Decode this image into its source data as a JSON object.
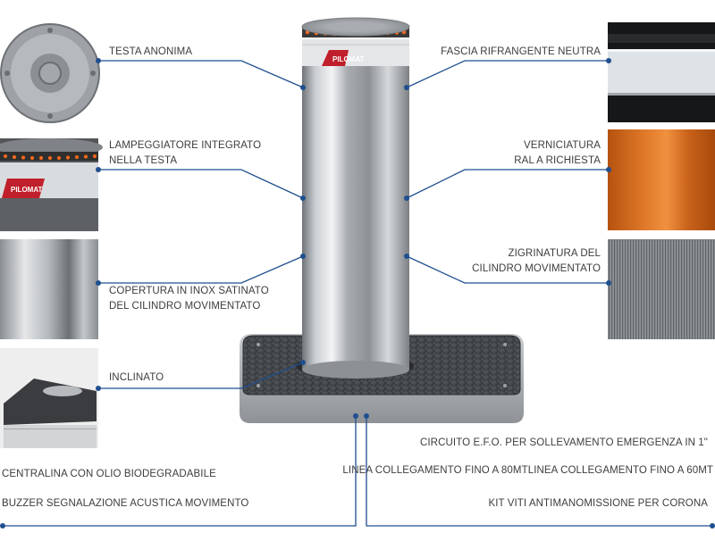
{
  "labels": {
    "testa_anonima": "TESTA ANONIMA",
    "lampeggiatore_l1": "LAMPEGGIATORE INTEGRATO",
    "lampeggiatore_l2": "NELLA TESTA",
    "copertura_l1": "COPERTURA IN INOX SATINATO",
    "copertura_l2": "DEL CILINDRO MOVIMENTATO",
    "inclinato": "INCLINATO",
    "fascia": "FASCIA RIFRANGENTE NEUTRA",
    "verniciatura_l1": "VERNICIATURA",
    "verniciatura_l2": "RAL A RICHIESTA",
    "zigrinatura_l1": "ZIGRINATURA DEL",
    "zigrinatura_l2": "CILINDRO MOVIMENTATO",
    "circuito": "CIRCUITO E.F.O. PER SOLLEVAMENTO EMERGENZA IN 1\"",
    "linea": "LINEA COLLEGAMENTO FINO A 80MTLINEA COLLEGAMENTO FINO A 60MT",
    "centralina": "CENTRALINA CON OLIO BIODEGRADABILE",
    "buzzer": "BUZZER SEGNALAZIONE ACUSTICA MOVIMENTO",
    "kit_viti": "KIT VITI ANTIMANOMISSIONE PER CORONA"
  },
  "brand": {
    "logo_text": "PILOMAT"
  },
  "colors": {
    "leader_line": "#1f4f8f",
    "paint_sample": "#d4691f",
    "steel": "#b8bcc0"
  }
}
